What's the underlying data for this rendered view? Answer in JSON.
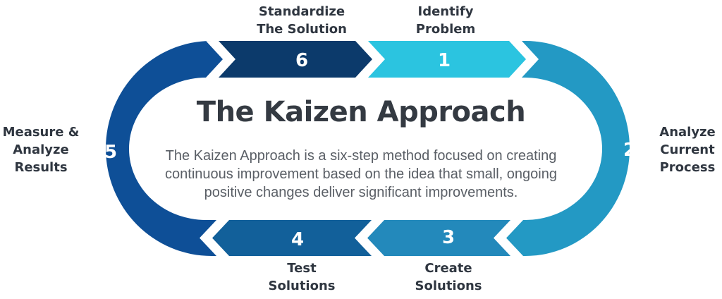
{
  "title": "The Kaizen Approach",
  "description": "The Kaizen Approach is a six-step method focused on creating continuous improvement based on the idea that small, ongoing positive changes deliver significant improvements.",
  "steps": [
    {
      "number": "1",
      "label_lines": [
        "Identify",
        "Problem"
      ],
      "color": "#2bc4e0"
    },
    {
      "number": "2",
      "label_lines": [
        "Analyze",
        "Current",
        "Process"
      ],
      "color": "#2399c4"
    },
    {
      "number": "3",
      "label_lines": [
        "Create",
        "Solutions"
      ],
      "color": "#2389bb"
    },
    {
      "number": "4",
      "label_lines": [
        "Test",
        "Solutions"
      ],
      "color": "#12609a"
    },
    {
      "number": "5",
      "label_lines": [
        "Measure &",
        "Analyze",
        "Results"
      ],
      "color": "#0e4f97"
    },
    {
      "number": "6",
      "label_lines": [
        "Standardize",
        "The Solution"
      ],
      "color": "#0c3a6b"
    }
  ]
}
